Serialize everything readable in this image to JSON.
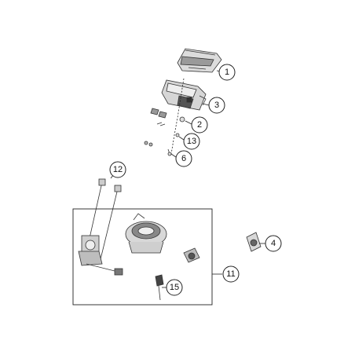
{
  "callouts": [
    {
      "id": "1",
      "label": "1"
    },
    {
      "id": "3",
      "label": "3"
    },
    {
      "id": "2",
      "label": "2"
    },
    {
      "id": "13",
      "label": "13"
    },
    {
      "id": "6",
      "label": "6"
    },
    {
      "id": "12",
      "label": "12"
    },
    {
      "id": "4",
      "label": "4"
    },
    {
      "id": "11",
      "label": "11"
    },
    {
      "id": "15",
      "label": "15"
    }
  ]
}
